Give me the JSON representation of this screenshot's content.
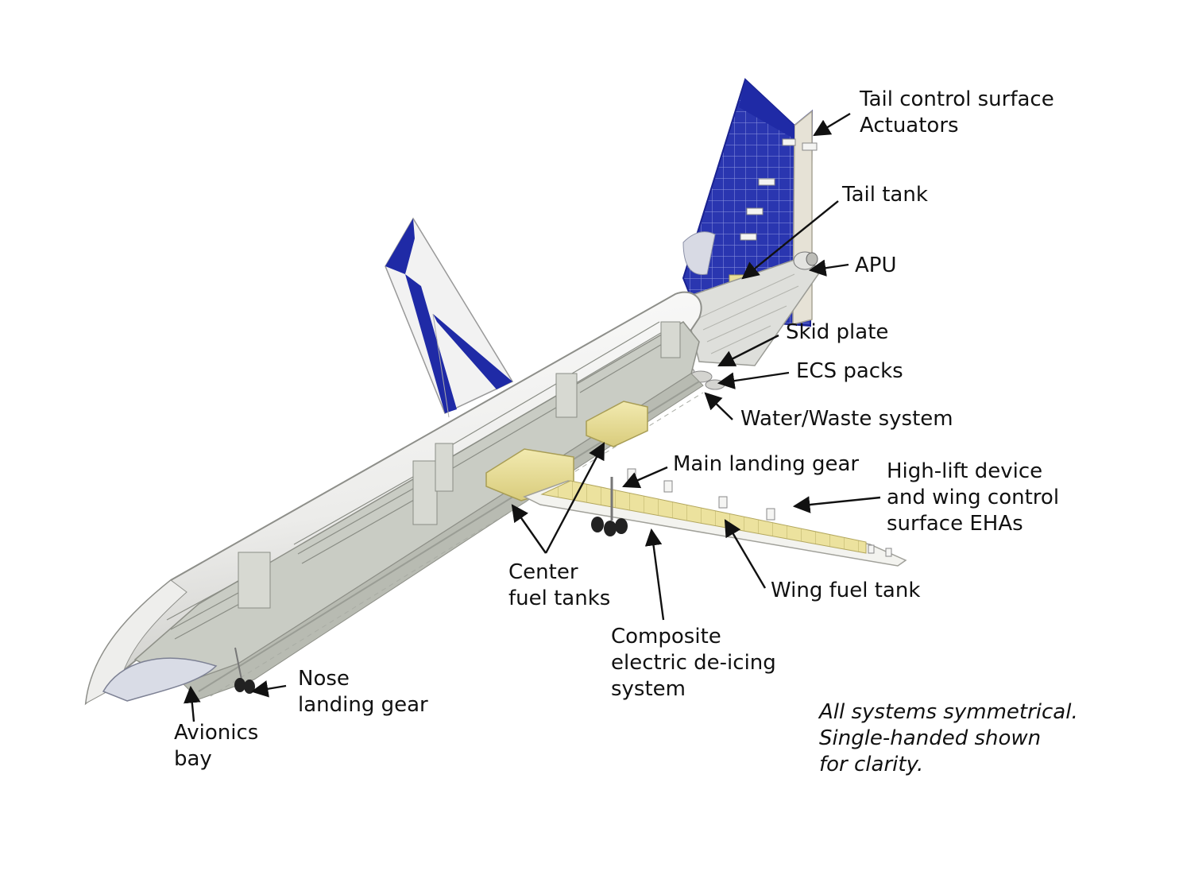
{
  "colors": {
    "livery_blue": "#1f2aa6",
    "fuselage": "#f1f1ef",
    "cabin_interior": "#c9ccc4",
    "fuel_tank": "#e9df9a",
    "tail_panel": "#e6e2d6",
    "label_text": "#111111",
    "arrow": "#111111"
  },
  "labels": {
    "tail_actuators": [
      "Tail control surface",
      "Actuators"
    ],
    "tail_tank": [
      "Tail tank"
    ],
    "apu": [
      "APU"
    ],
    "skid_plate": [
      "Skid plate"
    ],
    "ecs_packs": [
      "ECS packs"
    ],
    "water_waste": [
      "Water/Waste system"
    ],
    "main_landing_gear": [
      "Main landing gear"
    ],
    "high_lift": [
      "High-lift device",
      "and wing control",
      "surface EHAs"
    ],
    "center_fuel_tanks": [
      "Center",
      "fuel tanks"
    ],
    "wing_fuel_tank": [
      "Wing fuel tank"
    ],
    "de_icing": [
      "Composite",
      "electric de-icing",
      "system"
    ],
    "nose_landing_gear": [
      "Nose",
      "landing gear"
    ],
    "avionics_bay": [
      "Avionics",
      "bay"
    ]
  },
  "note": [
    "All systems symmetrical.",
    "Single-handed shown",
    "for clarity."
  ]
}
